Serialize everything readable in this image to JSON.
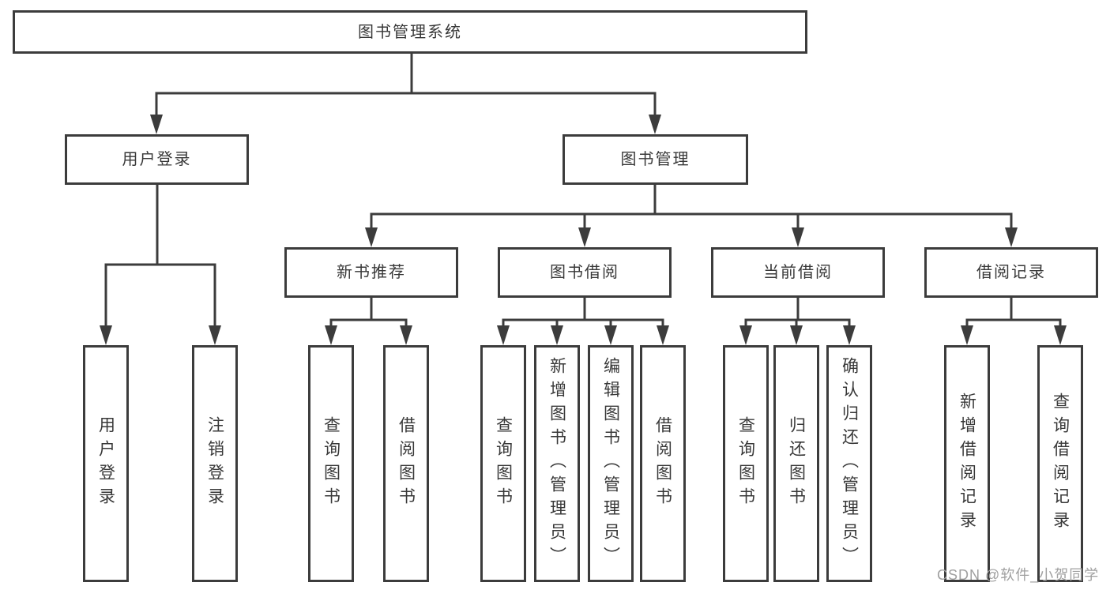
{
  "tree": {
    "label": "图书管理系统",
    "children": [
      {
        "label": "用户登录",
        "children": [
          {
            "label": "用户登录"
          },
          {
            "label": "注销登录"
          }
        ]
      },
      {
        "label": "图书管理",
        "children": [
          {
            "label": "新书推荐",
            "children": [
              {
                "label": "查询图书"
              },
              {
                "label": "借阅图书"
              }
            ]
          },
          {
            "label": "图书借阅",
            "children": [
              {
                "label": "查询图书"
              },
              {
                "label": "新增图书（管理员）"
              },
              {
                "label": "编辑图书（管理员）"
              },
              {
                "label": "借阅图书"
              }
            ]
          },
          {
            "label": "当前借阅",
            "children": [
              {
                "label": "查询图书"
              },
              {
                "label": "归还图书"
              },
              {
                "label": "确认归还（管理员）"
              }
            ]
          },
          {
            "label": "借阅记录",
            "children": [
              {
                "label": "新增借阅记录"
              },
              {
                "label": "查询借阅记录"
              }
            ]
          }
        ]
      }
    ]
  },
  "watermark": {
    "text": "CSDN @软件_小贺同学"
  },
  "colors": {
    "line": "#3c3c3c",
    "text": "#383838",
    "watermark": "#a0a0a0",
    "background": "#ffffff"
  }
}
